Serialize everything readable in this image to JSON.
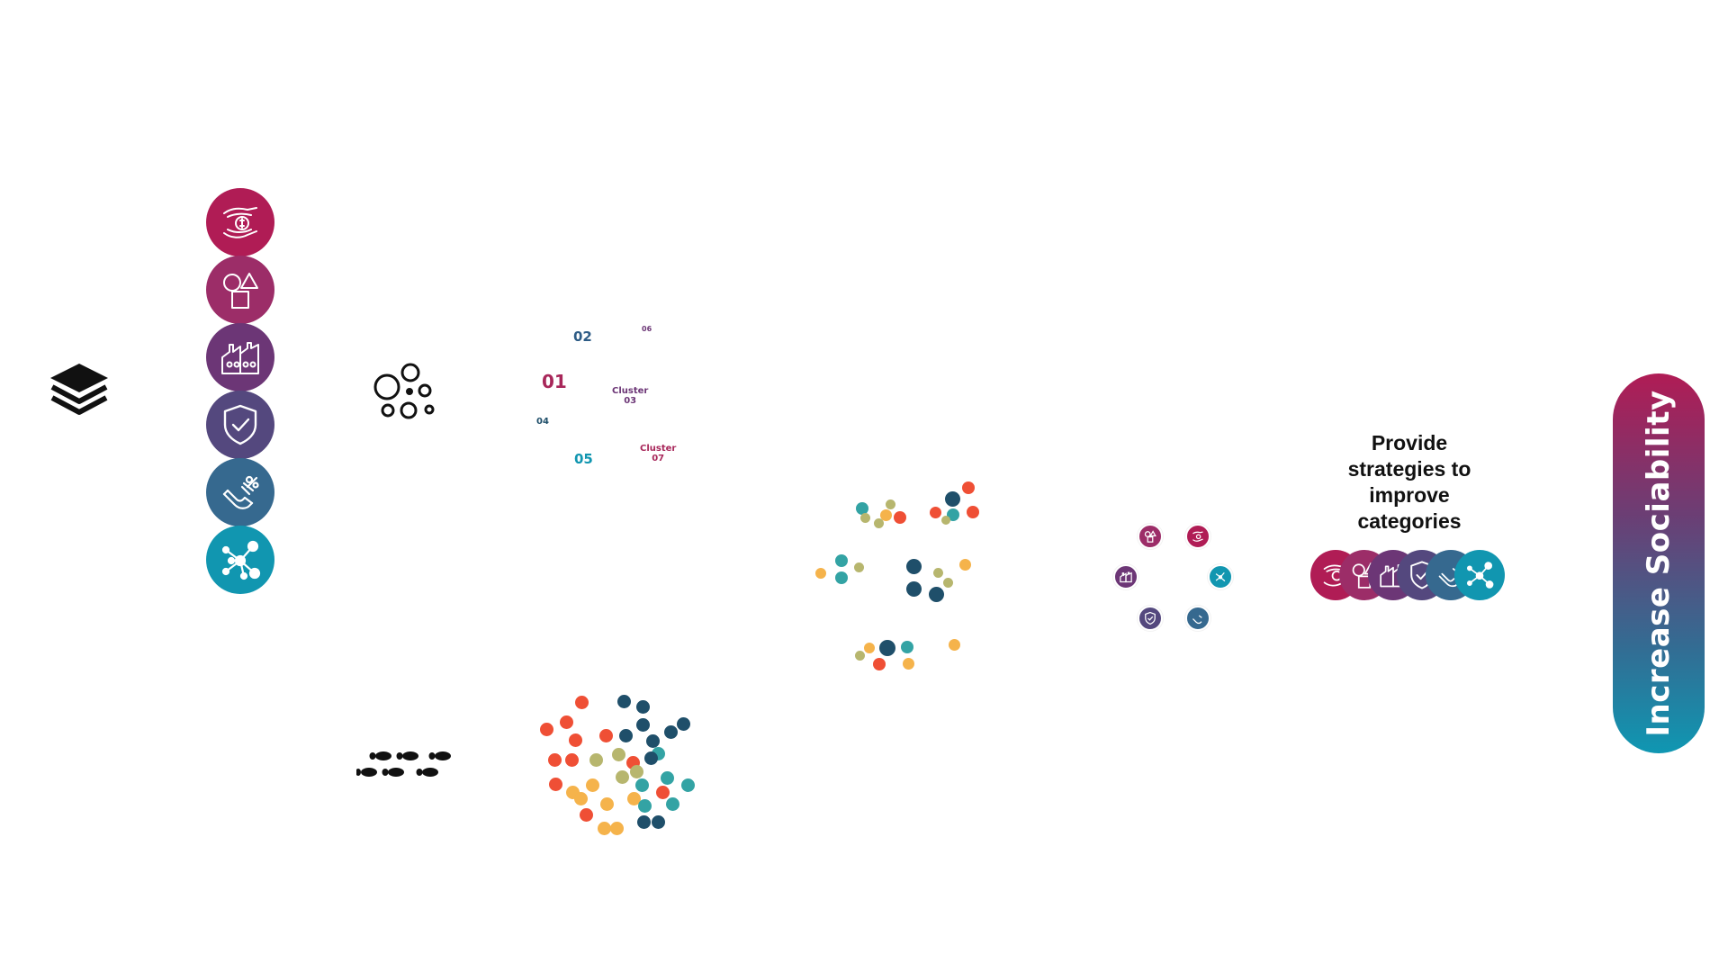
{
  "colors": {
    "crimson": "#b01c55",
    "magenta": "#9c2d68",
    "plum": "#6c3676",
    "indigo": "#54487e",
    "steel": "#36698f",
    "teal": "#1196b0",
    "dot_red": "#ef4f35",
    "dot_orange": "#f5b34b",
    "dot_olive": "#b7b66e",
    "dot_teal": "#33a3a4",
    "dot_navy": "#1f4f6a"
  },
  "icons": {
    "stack": "layers-icon",
    "bubbles": "bubbles-icon",
    "footprints": "footprints-icon",
    "categories": [
      {
        "name": "hand-money-icon",
        "color": "#b01c55"
      },
      {
        "name": "shapes-icon",
        "color": "#9c2d68"
      },
      {
        "name": "factory-icon",
        "color": "#6c3676"
      },
      {
        "name": "shield-check-icon",
        "color": "#54487e"
      },
      {
        "name": "magnet-icon",
        "color": "#36698f"
      },
      {
        "name": "network-icon",
        "color": "#1196b0"
      }
    ]
  },
  "clusters": {
    "c01": "01",
    "c02": "02",
    "c03_line1": "Cluster",
    "c03_line2": "03",
    "c04": "04",
    "c05": "05",
    "c06": "06",
    "c07_line1": "Cluster",
    "c07_line2": "07"
  },
  "provide_text": "Provide strategies to improve categories",
  "pill_label": "Increase Sociability"
}
